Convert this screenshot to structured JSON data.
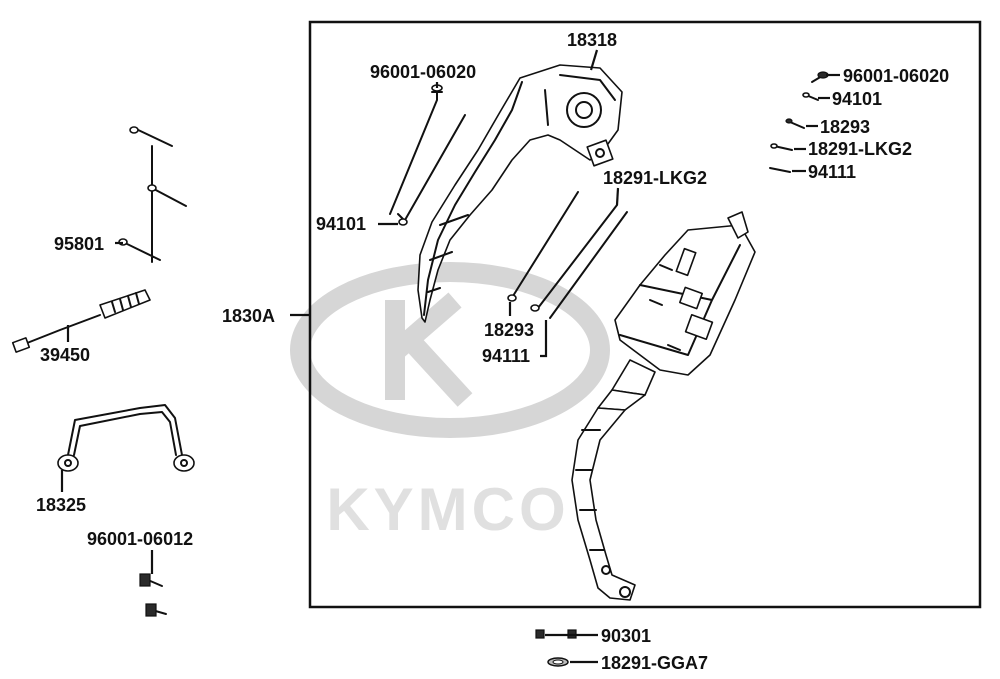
{
  "watermark": {
    "brand": "KYMCO"
  },
  "labels": {
    "p18318": "18318",
    "p96001_06020_main": "96001-06020",
    "p94101_main": "94101",
    "p18291_lkg2_main": "18291-LKG2",
    "p18293_main": "18293",
    "p94111_main": "94111",
    "p1830A": "1830A",
    "p96001_06020_kit": "96001-06020",
    "p94101_kit": "94101",
    "p18293_kit": "18293",
    "p18291_lkg2_kit": "18291-LKG2",
    "p94111_kit": "94111",
    "p95801": "95801",
    "p39450": "39450",
    "p18325": "18325",
    "p96001_06012": "96001-06012",
    "p90301": "90301",
    "p18291_gga7": "18291-GGA7"
  }
}
